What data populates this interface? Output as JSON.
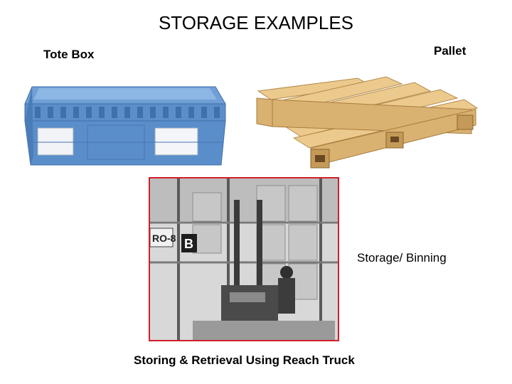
{
  "slide": {
    "title": "STORAGE EXAMPLES",
    "tote_label": "Tote Box",
    "pallet_label": "Pallet",
    "binning_label": "Storage/ Binning",
    "caption": "Storing & Retrieval Using Reach Truck"
  },
  "photo": {
    "rack_sign": "RO-8",
    "rack_letter": "B"
  },
  "colors": {
    "tote_blue": "#5a8fca",
    "pallet_wood": "#e6c58a",
    "photo_border": "#d21f2a"
  }
}
